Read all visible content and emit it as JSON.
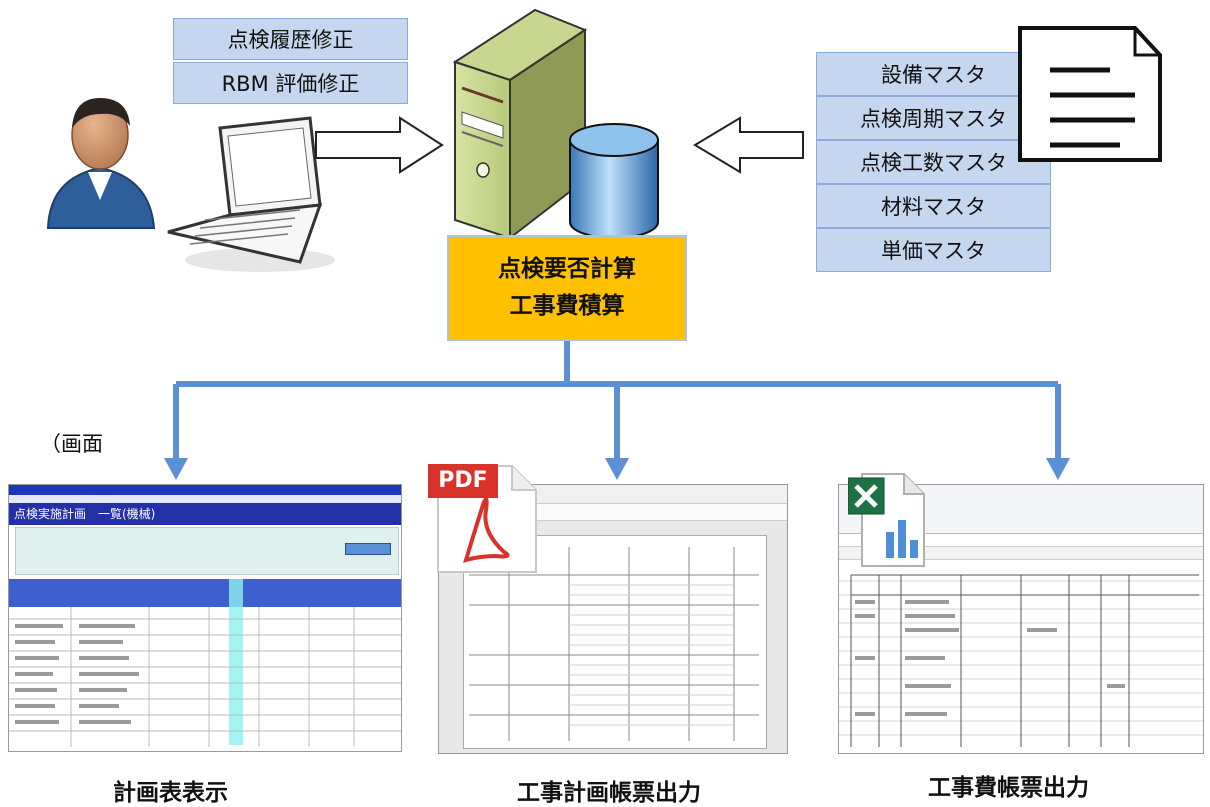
{
  "left_inputs": [
    "点検履歴修正",
    "RBM 評価修正"
  ],
  "right_masters": [
    "設備マスタ",
    "点検周期マスタ",
    "点検工数マスタ",
    "材料マスタ",
    "単価マスタ"
  ],
  "process_lines": [
    "点検要否計算",
    "工事費積算"
  ],
  "screen_note": "（画面",
  "outputs": [
    {
      "caption": "計画表表示"
    },
    {
      "caption": "工事計画帳票出力",
      "file_label": "PDF"
    },
    {
      "caption": "工事費帳票出力"
    }
  ],
  "screen1_title": "点検実施計画　一覧(機械)",
  "colors": {
    "label_bg": "#c5d6ef",
    "label_border": "#8eaadb",
    "process_bg": "#ffc000",
    "flow": "#5b8fd6",
    "pdf_red": "#d9322a",
    "excel_green": "#1e7145"
  }
}
